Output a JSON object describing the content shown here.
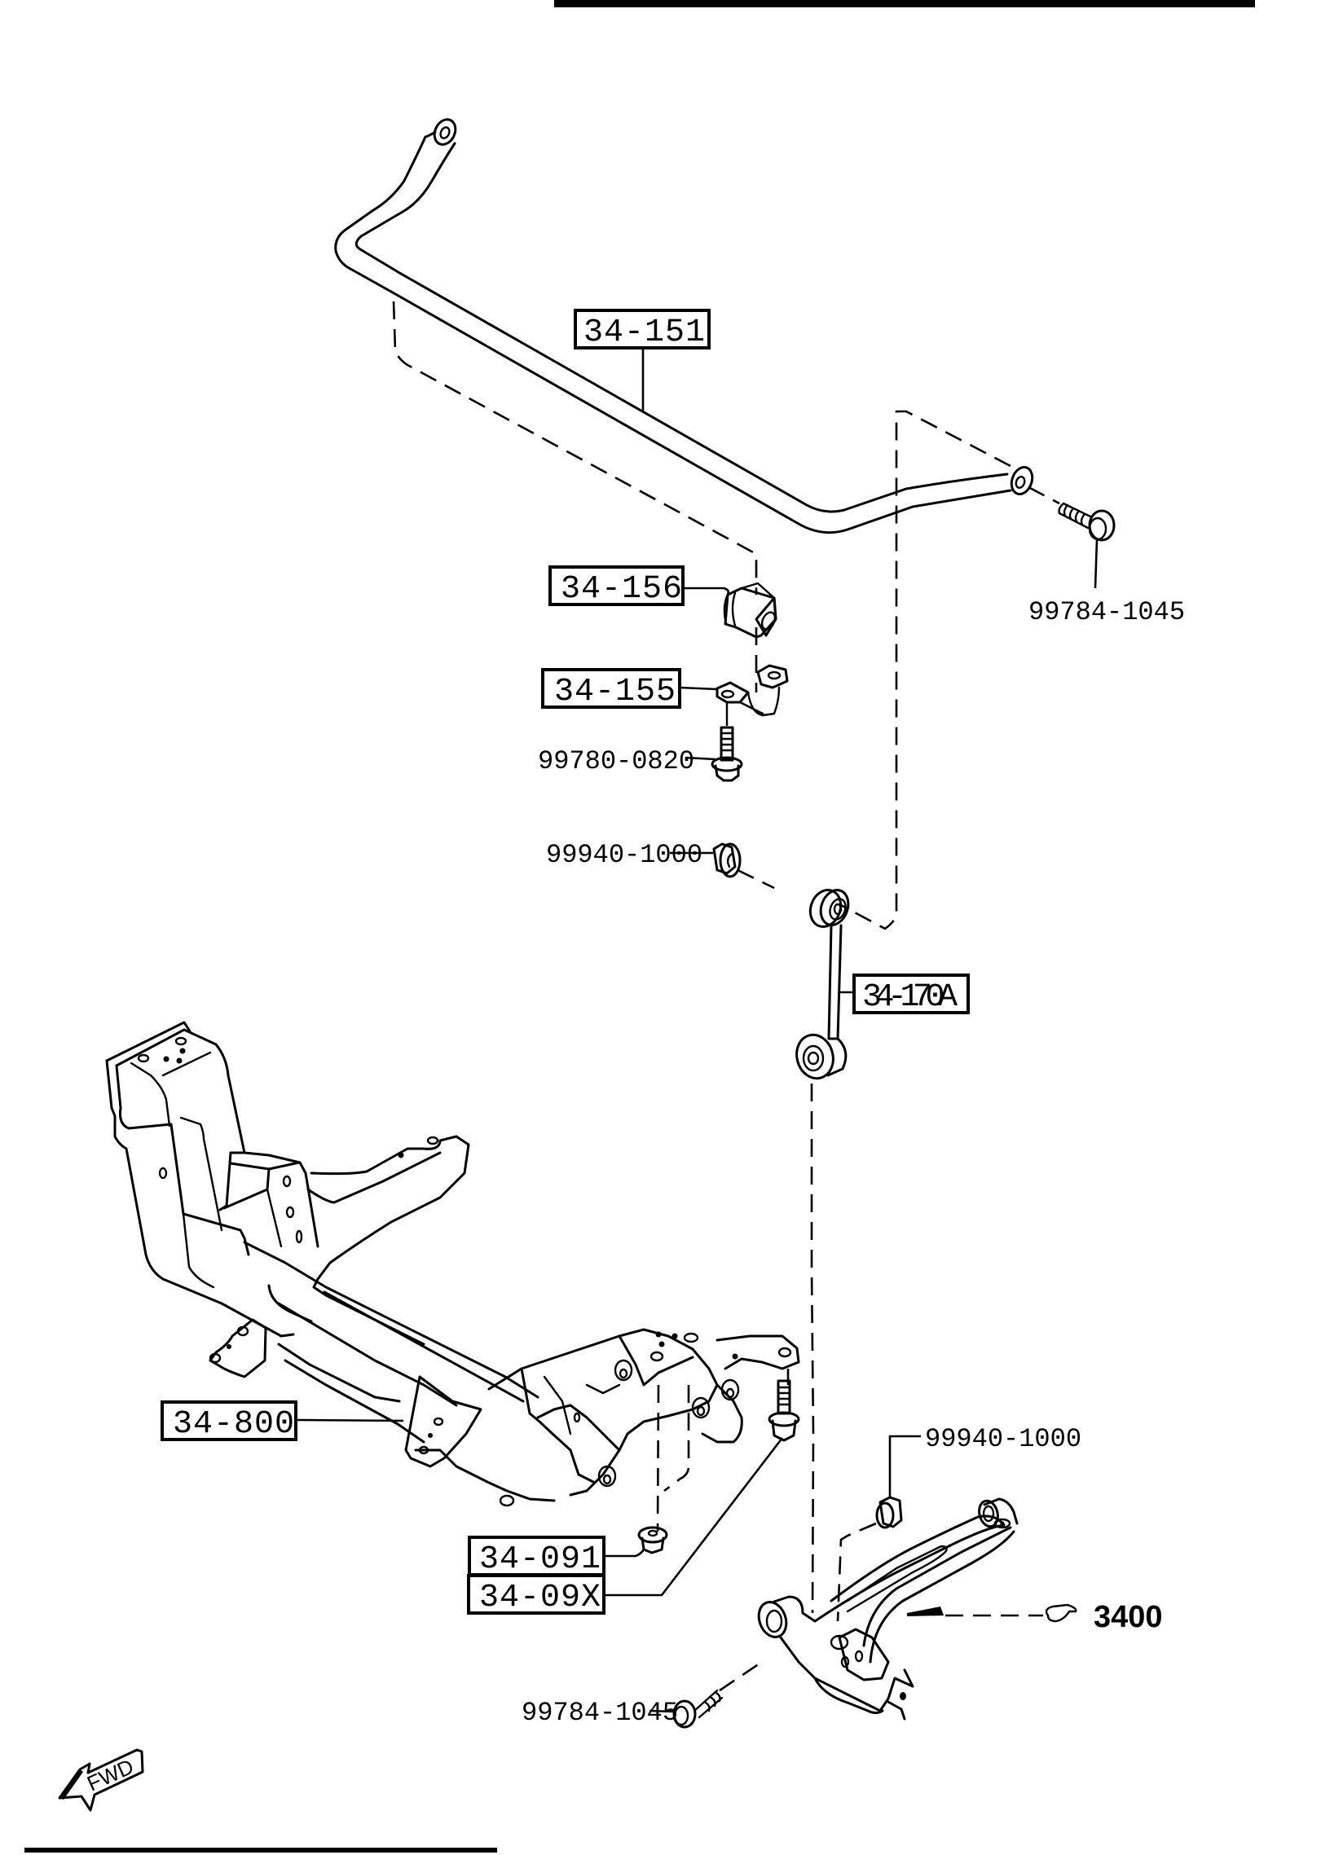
{
  "diagram": {
    "type": "exploded parts diagram",
    "subject": "Front stabilizer bar and crossmember",
    "boxed_part_labels": [
      {
        "id": "stabilizer-bar",
        "label": "34-151"
      },
      {
        "id": "stabilizer-bushing",
        "label": "34-156"
      },
      {
        "id": "bushing-bracket",
        "label": "34-155"
      },
      {
        "id": "stabilizer-link",
        "label": "34-170A"
      },
      {
        "id": "crossmember",
        "label": "34-800"
      },
      {
        "id": "crossmember-nut",
        "label": "34-091"
      },
      {
        "id": "crossmember-bolt",
        "label": "34-09X"
      }
    ],
    "plain_part_labels": [
      {
        "id": "bar-end-bolt",
        "label": "99784-1045"
      },
      {
        "id": "bracket-bolt",
        "label": "99780-0820"
      },
      {
        "id": "link-upper-nut",
        "label": "99940-1000"
      },
      {
        "id": "link-lower-nut",
        "label": "99940-1000"
      },
      {
        "id": "lower-arm-bolt",
        "label": "99784-1045"
      }
    ],
    "reference": {
      "label": "3400",
      "target": "lower control arm"
    },
    "direction_indicator": {
      "label": "FWD"
    }
  }
}
